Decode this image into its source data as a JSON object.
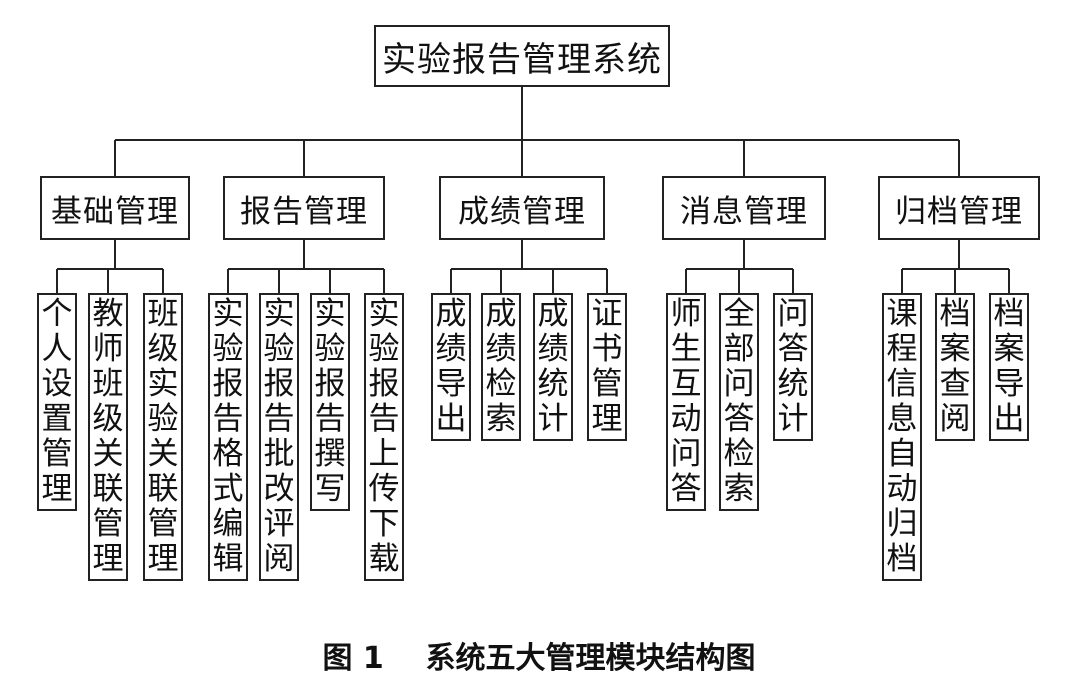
{
  "root": {
    "label": "实验报告管理系统"
  },
  "modules": [
    {
      "label": "基础管理",
      "children": [
        "个人设置管理",
        "教师班级关联管理",
        "班级实验关联管理"
      ]
    },
    {
      "label": "报告管理",
      "children": [
        "实验报告格式编辑",
        "实验报告批改评阅",
        "实验报告撰写",
        "实验报告上传下载"
      ]
    },
    {
      "label": "成绩管理",
      "children": [
        "成绩导出",
        "成绩检索",
        "成绩统计",
        "证书管理"
      ]
    },
    {
      "label": "消息管理",
      "children": [
        "师生互动问答",
        "全部问答检索",
        "问答统计"
      ]
    },
    {
      "label": "归档管理",
      "children": [
        "课程信息自动归档",
        "档案查阅",
        "档案导出"
      ]
    }
  ],
  "caption": "图 1    系统五大管理模块结构图"
}
